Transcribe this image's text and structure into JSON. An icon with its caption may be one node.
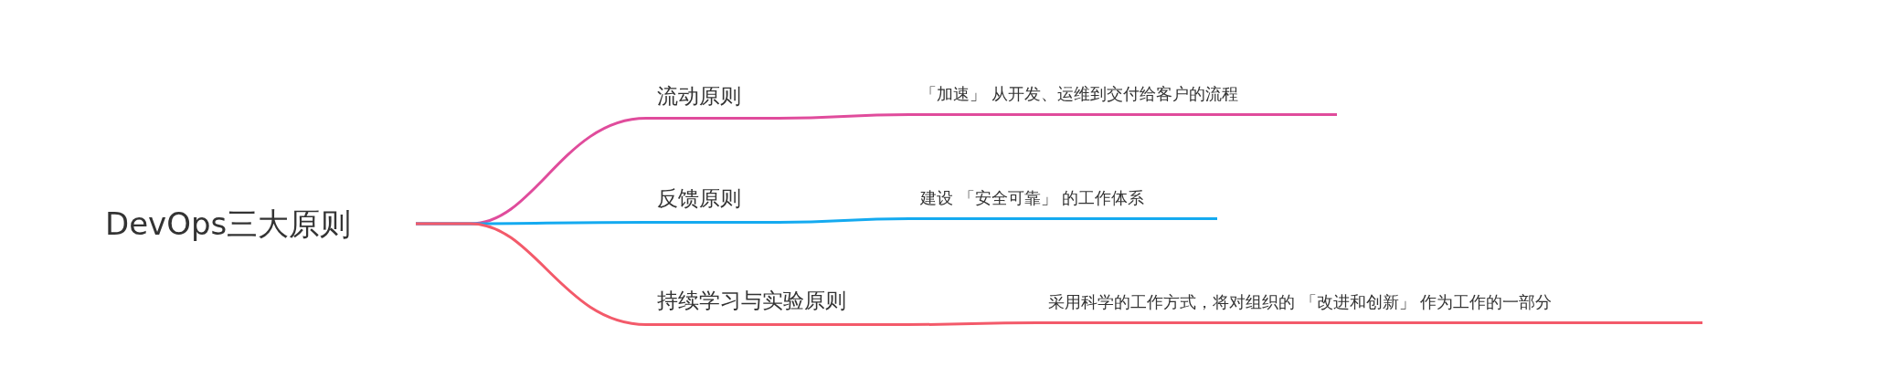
{
  "diagram": {
    "nodes": [
      {
        "text": [
          "DevOps三大原则"
        ]
      },
      {
        "text": [
          "流动原则"
        ]
      },
      {
        "text": [
          "「加速」 从开发、运维到交付给客户的流程"
        ]
      },
      {
        "text": [
          "反馈原则"
        ]
      },
      {
        "text": [
          "建设 「安全可靠」 的工作体系"
        ]
      },
      {
        "text": [
          "持续学习与实验原则"
        ]
      },
      {
        "text": [
          "采用科学的工作方式，将对组织的 「改进和创新」 作为工作的一部分"
        ]
      }
    ],
    "edges": [
      {
        "from": 0,
        "to": 1,
        "arrow": "none",
        "color": "#e04c9c"
      },
      {
        "from": 1,
        "to": 2,
        "arrow": "none",
        "color": "#e04c9c"
      },
      {
        "from": 0,
        "to": 3,
        "arrow": "none",
        "color": "#14aaf0"
      },
      {
        "from": 3,
        "to": 4,
        "arrow": "none",
        "color": "#14aaf0"
      },
      {
        "from": 0,
        "to": 5,
        "arrow": "none",
        "color": "#f35a6a"
      },
      {
        "from": 5,
        "to": 6,
        "arrow": "none",
        "color": "#f35a6a"
      }
    ]
  }
}
